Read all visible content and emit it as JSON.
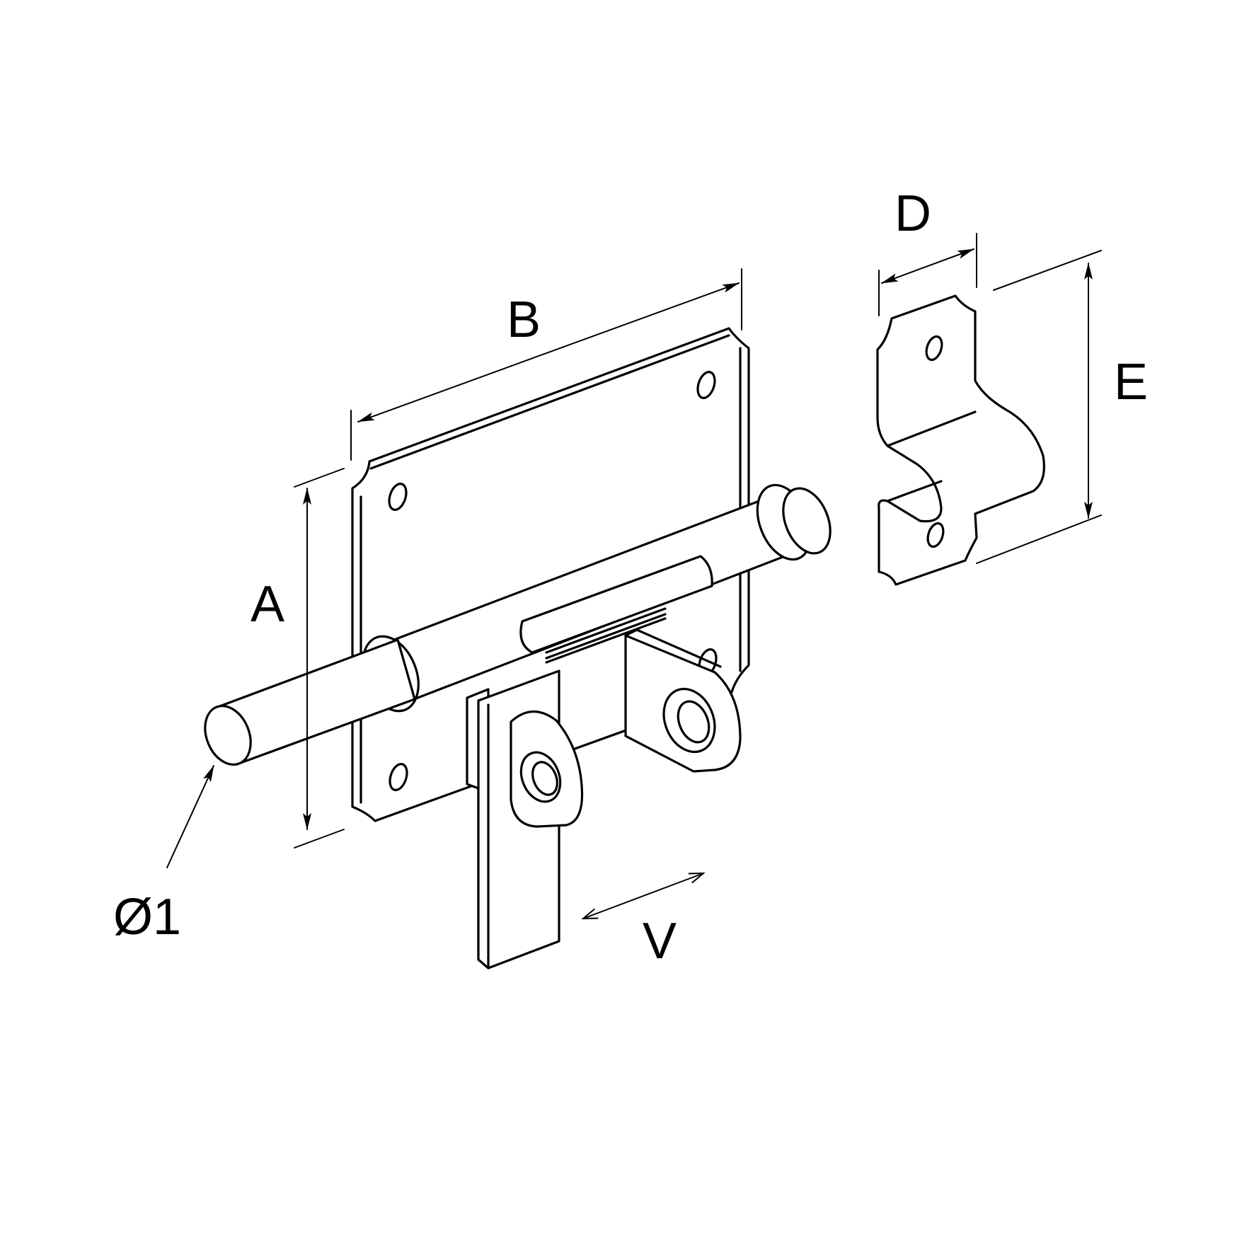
{
  "labels": {
    "a": "A",
    "b": "B",
    "d": "D",
    "e": "E",
    "v": "V",
    "diameter": "Ø1"
  },
  "colors": {
    "line": "#000000",
    "background": "#ffffff"
  }
}
